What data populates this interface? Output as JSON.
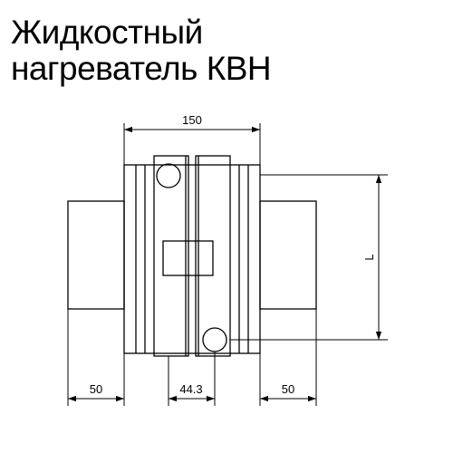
{
  "title": {
    "line1": "Жидкостный",
    "line2": "нагреватель КВН"
  },
  "dimensions": {
    "overall_width": "150",
    "height": "L",
    "left_stub": "50",
    "center_gap": "44.3",
    "right_stub": "50"
  },
  "colors": {
    "line": "#000000",
    "background": "#ffffff"
  }
}
